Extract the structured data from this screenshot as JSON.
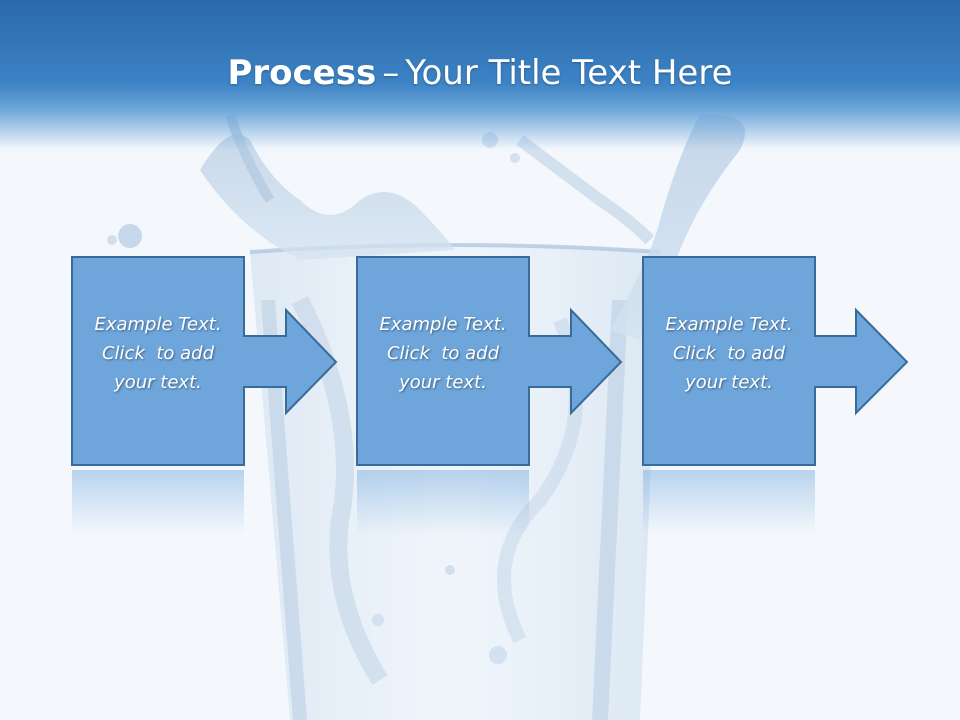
{
  "slide": {
    "title_bold": "Process",
    "title_separator": "–",
    "title_rest": "Your Title Text Here"
  },
  "steps": [
    {
      "line1": "Example Text.",
      "line2": "Click  to add",
      "line3": "your text."
    },
    {
      "line1": "Example Text.",
      "line2": "Click  to add",
      "line3": "your text."
    },
    {
      "line1": "Example Text.",
      "line2": "Click  to add",
      "line3": "your text."
    }
  ],
  "colors": {
    "header": "#3c82c4",
    "box_fill": "#6ea6dc",
    "box_stroke": "#3a6a98",
    "text": "#ffffff"
  },
  "background": {
    "image": "water-splash-glass"
  }
}
